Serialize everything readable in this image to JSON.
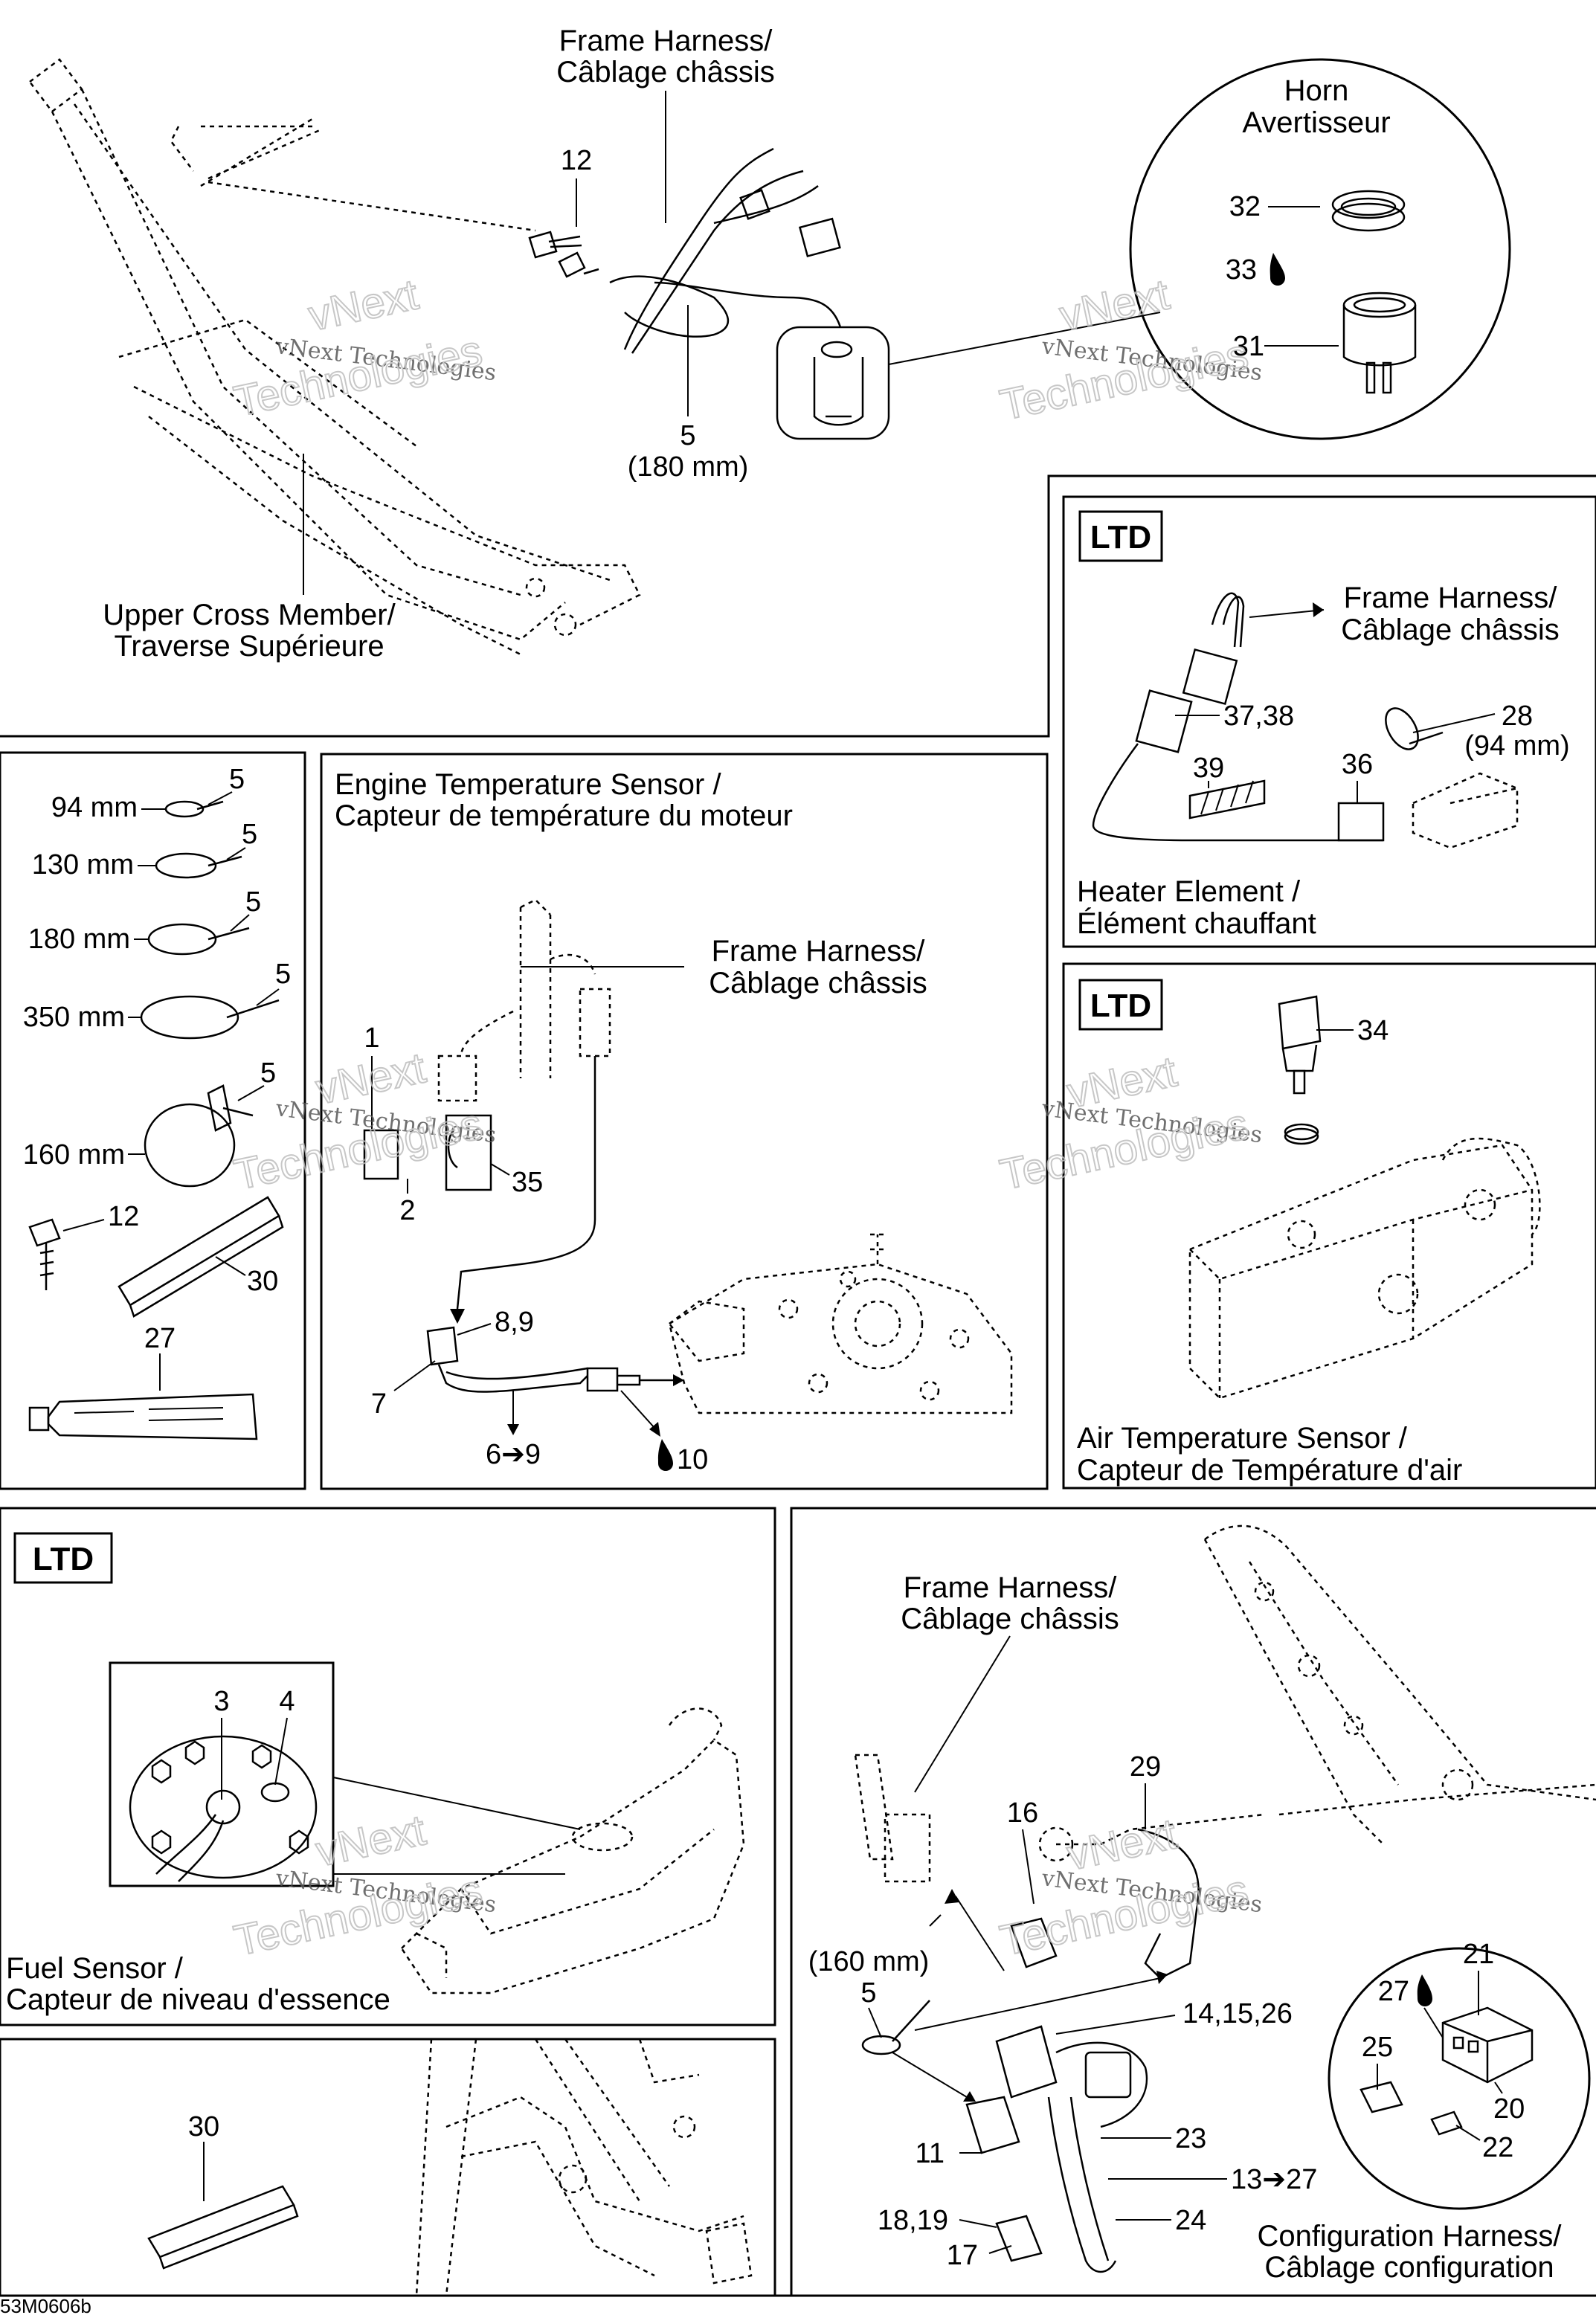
{
  "top": {
    "frame_harness": [
      "Frame Harness/",
      "Câblage châssis"
    ],
    "horn": [
      "Horn",
      "Avertisseur"
    ],
    "upper_cross_member": [
      "Upper Cross Member/",
      "Traverse Supérieure"
    ],
    "callouts": {
      "c12": "12",
      "c5": "5",
      "c5_size": "(180 mm)",
      "c32": "32",
      "c33": "33",
      "c31": "31"
    }
  },
  "heater": {
    "badge": "LTD",
    "frame_harness": [
      "Frame Harness/",
      "Câblage châssis"
    ],
    "callouts": {
      "c37_38": "37,38",
      "c28": "28",
      "c28_size": "(94 mm)",
      "c39": "39",
      "c36": "36"
    },
    "title": [
      "Heater Element /",
      "Élément chauffant"
    ]
  },
  "ties": {
    "items": [
      {
        "size": "94 mm",
        "num": "5"
      },
      {
        "size": "130 mm",
        "num": "5"
      },
      {
        "size": "180 mm",
        "num": "5"
      },
      {
        "size": "350 mm",
        "num": "5"
      },
      {
        "size": "160 mm",
        "num": "5"
      }
    ],
    "c12": "12",
    "c30": "30",
    "c27": "27"
  },
  "engine_temp": {
    "title": [
      "Engine Temperature Sensor /",
      "Capteur de température du moteur"
    ],
    "frame_harness": [
      "Frame Harness/",
      "Câblage châssis"
    ],
    "callouts": {
      "c1": "1",
      "c2": "2",
      "c35": "35",
      "c8_9": "8,9",
      "c7": "7",
      "c6_9": "6➔9",
      "c10": "10"
    }
  },
  "air_temp": {
    "badge": "LTD",
    "c34": "34",
    "title": [
      "Air Temperature Sensor /",
      "Capteur de Température d'air"
    ]
  },
  "fuel": {
    "badge": "LTD",
    "c3": "3",
    "c4": "4",
    "title": [
      "Fuel Sensor /",
      "Capteur de niveau d'essence"
    ]
  },
  "bottom_left": {
    "c30": "30"
  },
  "config": {
    "frame_harness": [
      "Frame Harness/",
      "Câblage châssis"
    ],
    "callouts": {
      "c160": "(160 mm)",
      "c5": "5",
      "c16": "16",
      "c29": "29",
      "c14_15_26": "14,15,26",
      "c11": "11",
      "c23": "23",
      "c13_27": "13➔27",
      "c18_19": "18,19",
      "c24": "24",
      "c17": "17",
      "c21": "21",
      "c27": "27",
      "c25": "25",
      "c20": "20",
      "c22": "22"
    },
    "title": [
      "Configuration Harness/",
      "Câblage configuration"
    ]
  },
  "watermark": [
    "vNext Technologies",
    "vNext",
    "Technologies"
  ],
  "footer_code": "53M0606b"
}
